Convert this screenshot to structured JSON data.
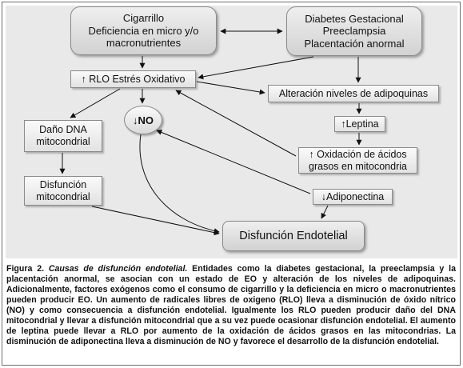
{
  "diagram": {
    "nodes": {
      "cigarrillo": "Cigarrillo\nDeficiencia en micro y/o\nmacronutrientes",
      "diabetes": "Diabetes Gestacional\nPreeclampsia\nPlacentación anormal",
      "rlo": "↑ RLO Estrés Oxidativo",
      "no": "↓NO",
      "adipoquinas": "Alteración niveles de adipoquinas",
      "dano_dna": "Daño  DNA\nmitocondrial",
      "leptina": "↑Leptina",
      "oxidacion": "↑ Oxidación de ácidos\ngrasos  en mitocondria",
      "disfuncion_mito": "Disfunción\nmitocondrial",
      "adiponectina": "↓Adiponectina",
      "disfuncion_endo": "Disfunción Endotelial"
    }
  },
  "caption": {
    "label": "Figura 2.",
    "title": "Causas de disfunción endotelial.",
    "text": "Entidades como la diabetes gestacional, la preeclampsia y la placentación anormal, se asocian con un estado de EO y alteración de los niveles de adipoquinas. Adicionalmente, factores exógenos como el consumo de cigarrillo y la deficiencia en micro o macronutrientes pueden producir EO. Un aumento de radicales libres de oxigeno (RLO) lleva a disminución de óxido nítrico (NO) y como consecuencia a disfunción endotelial. Igualmente los RLO pueden producir daño del DNA mitocondrial y llevar a disfunción mitocondrial que a su vez puede ocasionar disfunción endotelial. El aumento de leptina puede llevar a RLO por aumento de la oxidación de ácidos grasos en las mitocondrias. La disminución de adiponectina lleva a disminución de NO y favorece el desarrollo de la disfunción endotelial."
  }
}
